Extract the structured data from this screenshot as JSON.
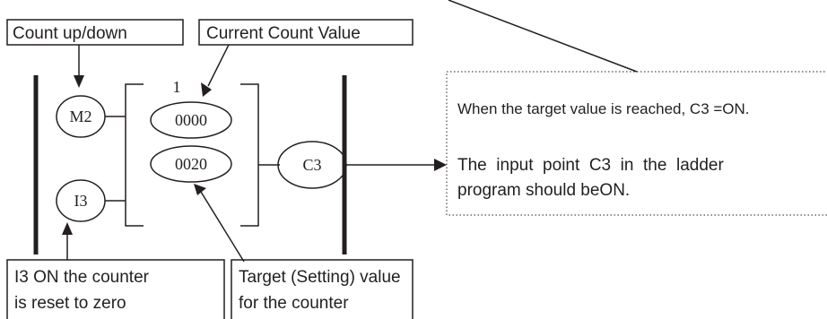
{
  "labels": {
    "count_up_down": "Count up/down",
    "current_count_value": "Current Count Value",
    "reset_line1": "I3 ON the counter",
    "reset_line2": "is reset to zero",
    "target_line1": "Target (Setting) value",
    "target_line2": "for the counter"
  },
  "contacts": {
    "m2": "M2",
    "i3": "I3",
    "c3": "C3"
  },
  "counter": {
    "preset_marker": "1",
    "current_value": "0000",
    "target_value": "0020"
  },
  "note": {
    "line1": "When the target value is reached, C3 =ON.",
    "line2": "The  input  point  C3  in  the  ladder",
    "line3": "program should beON."
  },
  "colors": {
    "ink": "#231f20",
    "background": "#ffffff"
  }
}
